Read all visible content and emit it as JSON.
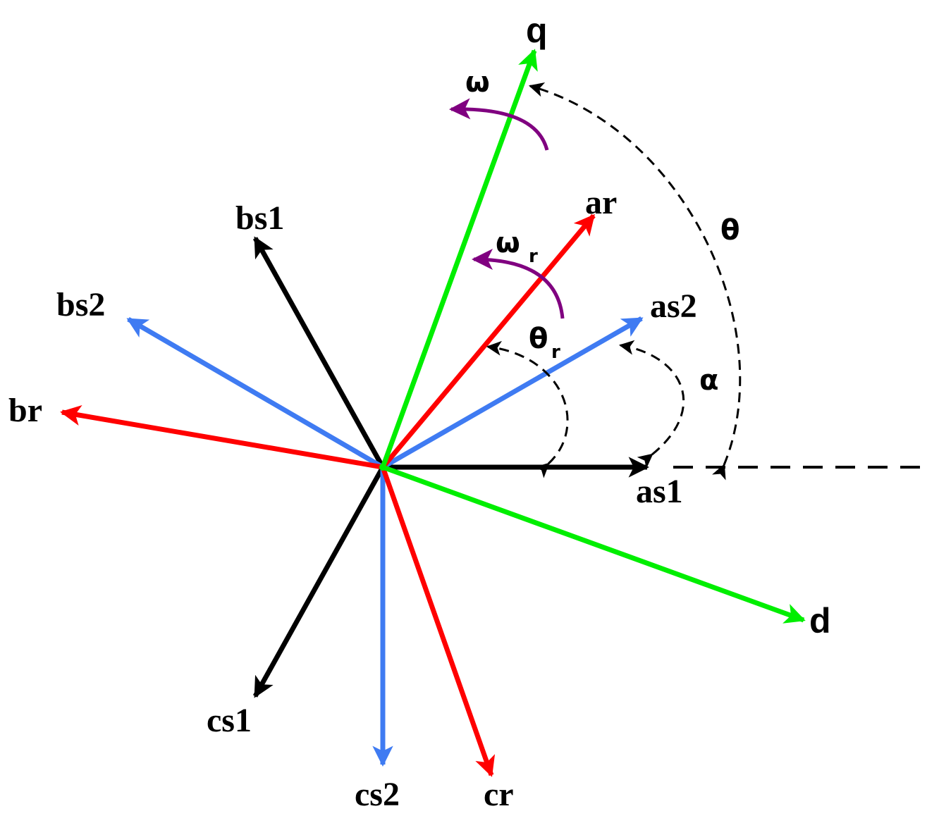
{
  "colors": {
    "stator1": "#000000",
    "stator2": "#3f7bf2",
    "rotor": "#ff0000",
    "dq": "#00ee00",
    "speed_arc": "#800080",
    "angle_arc": "#000000"
  },
  "vectors": {
    "q": {
      "label": "q",
      "color": "#00ee00"
    },
    "d": {
      "label": "d",
      "color": "#00ee00"
    },
    "ar": {
      "label": "ar",
      "color": "#ff0000"
    },
    "br": {
      "label": "br",
      "color": "#ff0000"
    },
    "cr": {
      "label": "cr",
      "color": "#ff0000"
    },
    "as1": {
      "label": "as1",
      "color": "#000000"
    },
    "bs1": {
      "label": "bs1",
      "color": "#000000"
    },
    "cs1": {
      "label": "cs1",
      "color": "#000000"
    },
    "as2": {
      "label": "as2",
      "color": "#3f7bf2"
    },
    "bs2": {
      "label": "bs2",
      "color": "#3f7bf2"
    },
    "cs2": {
      "label": "cs2",
      "color": "#3f7bf2"
    }
  },
  "angles": {
    "omega": "ω",
    "omega_r": "ω",
    "omega_r_sub": "r",
    "theta": "θ",
    "theta_r": "θ",
    "theta_r_sub": "r",
    "alpha": "α"
  }
}
